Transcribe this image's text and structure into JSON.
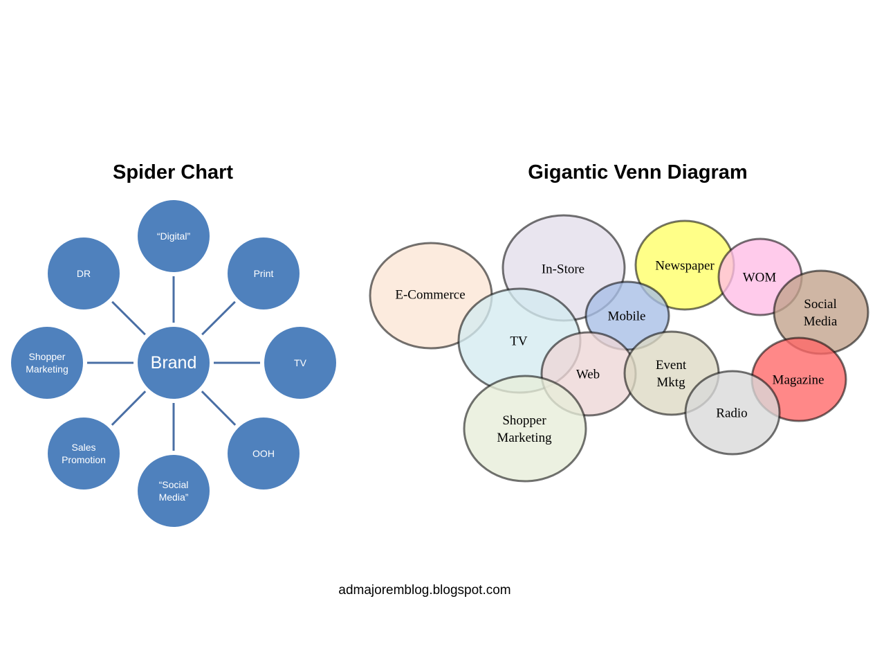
{
  "spider_chart": {
    "title": "Spider Chart",
    "hub": {
      "label": "Brand"
    },
    "nodes": [
      {
        "id": "digital",
        "lines": [
          "“Digital”"
        ]
      },
      {
        "id": "print",
        "lines": [
          "Print"
        ]
      },
      {
        "id": "tv",
        "lines": [
          "TV"
        ]
      },
      {
        "id": "ooh",
        "lines": [
          "OOH"
        ]
      },
      {
        "id": "social-media",
        "lines": [
          "“Social",
          "Media”"
        ]
      },
      {
        "id": "sales-promotion",
        "lines": [
          "Sales",
          "Promotion"
        ]
      },
      {
        "id": "shopper-marketing",
        "lines": [
          "Shopper",
          "Marketing"
        ]
      },
      {
        "id": "dr",
        "lines": [
          "DR"
        ]
      }
    ],
    "colors": {
      "node_fill": "#4F81BD",
      "connector": "#4A6FA5",
      "label": "#FFFFFF"
    }
  },
  "venn_diagram": {
    "title": "Gigantic Venn Diagram",
    "sets": [
      {
        "id": "e-commerce",
        "lines": [
          "E-Commerce"
        ],
        "color": "#FBE6D5"
      },
      {
        "id": "in-store",
        "lines": [
          "In-Store"
        ],
        "color": "#E3DEEA"
      },
      {
        "id": "newspaper",
        "lines": [
          "Newspaper"
        ],
        "color": "#FFFF66"
      },
      {
        "id": "wom",
        "lines": [
          "WOM"
        ],
        "color": "#FFBDE6"
      },
      {
        "id": "social-media",
        "lines": [
          "Social",
          "Media"
        ],
        "color": "#C2A18A"
      },
      {
        "id": "tv",
        "lines": [
          "TV"
        ],
        "color": "#D4EAF0"
      },
      {
        "id": "mobile",
        "lines": [
          "Mobile"
        ],
        "color": "#A6BEE6"
      },
      {
        "id": "web",
        "lines": [
          "Web"
        ],
        "color": "#EDD6D6"
      },
      {
        "id": "event-mktg",
        "lines": [
          "Event",
          "Mktg"
        ],
        "color": "#DDD9C3"
      },
      {
        "id": "magazine",
        "lines": [
          "Magazine"
        ],
        "color": "#FF6666"
      },
      {
        "id": "radio",
        "lines": [
          "Radio"
        ],
        "color": "#D9D9D9"
      },
      {
        "id": "shopper-marketing",
        "lines": [
          "Shopper",
          "Marketing"
        ],
        "color": "#E7EDD9"
      }
    ]
  },
  "footer": {
    "text": "admajoremblog.blogspot.com"
  }
}
